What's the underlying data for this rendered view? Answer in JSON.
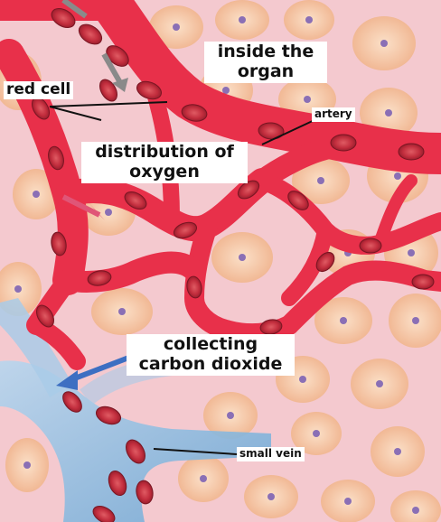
{
  "labels": {
    "inside_organ": "inside the organ",
    "red_cell": "red cell",
    "artery": "artery",
    "distribution": "distribution of oxygen",
    "collecting": "collecting carbon dioxide",
    "small_vein": "small vein"
  },
  "colors": {
    "tissue": "#f4c9cf",
    "organ_cell": "#f7c7a3",
    "cell_nucleus": "#8a6fb5",
    "artery": "#e8304a",
    "red_cell": "#c92f3f",
    "vein": "#86b8dc",
    "arrow": "#3d6fc2"
  }
}
